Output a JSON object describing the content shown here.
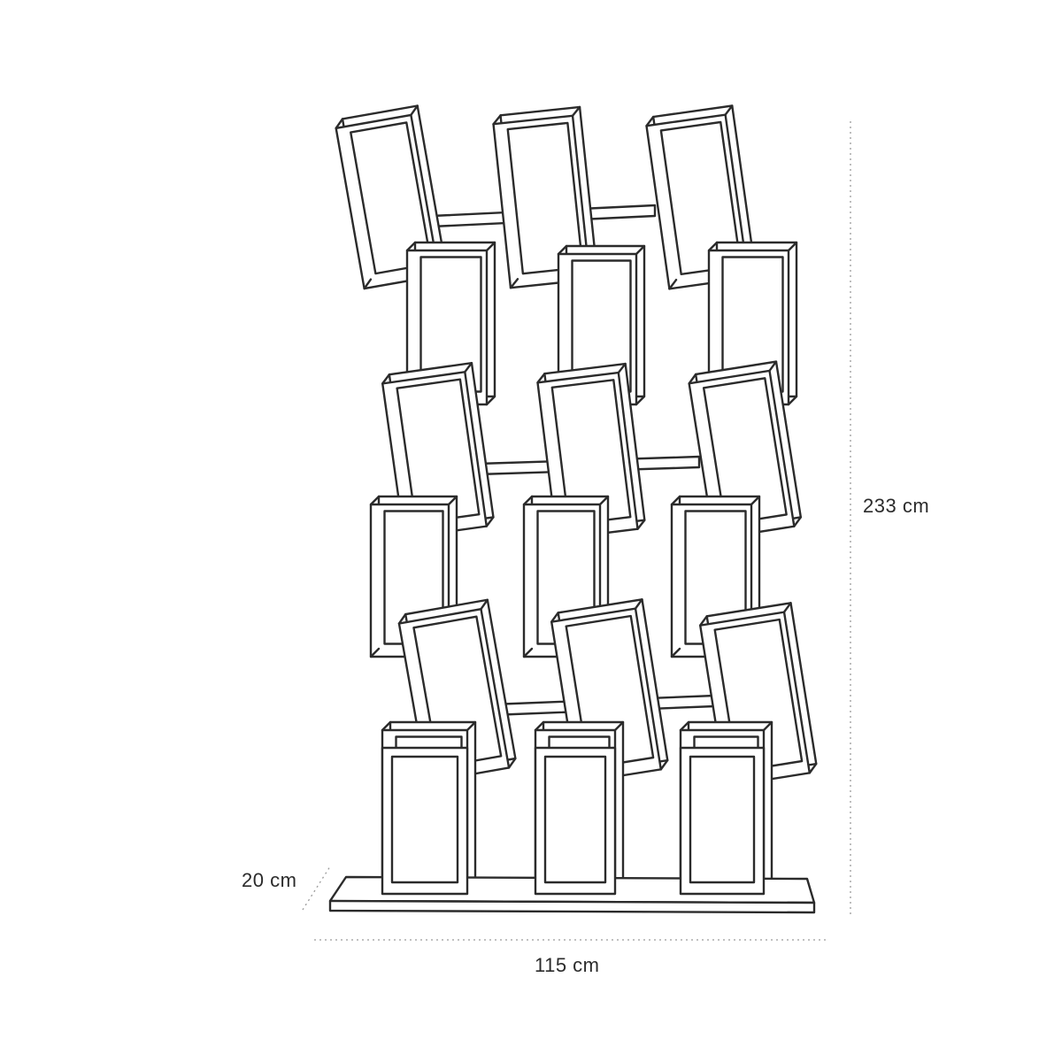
{
  "dimensions": {
    "height": "233 cm",
    "depth": "20 cm",
    "width": "115 cm"
  },
  "colors": {
    "line": "#2b2b2b",
    "dimension_line": "#9a9a9a",
    "background": "#ffffff"
  }
}
